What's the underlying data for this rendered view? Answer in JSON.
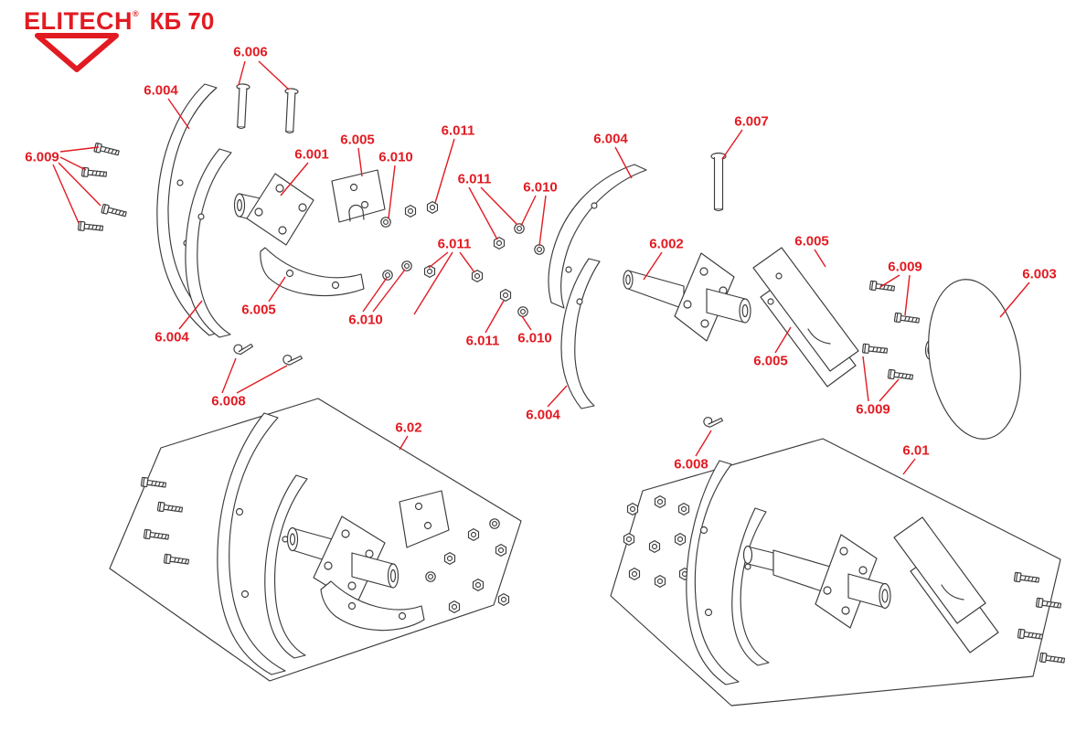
{
  "brand": {
    "logo_text": "ELITECH",
    "registered_mark": "®",
    "model": "КБ 70"
  },
  "colors": {
    "label_red": "#e21b22",
    "line_gray": "#3b3b3b"
  },
  "labels": [
    {
      "text": "6.006"
    },
    {
      "text": "6.004"
    },
    {
      "text": "6.009"
    },
    {
      "text": "6.001"
    },
    {
      "text": "6.005"
    },
    {
      "text": "6.010"
    },
    {
      "text": "6.011"
    },
    {
      "text": "6.011"
    },
    {
      "text": "6.010"
    },
    {
      "text": "6.004"
    },
    {
      "text": "6.007"
    },
    {
      "text": "6.011"
    },
    {
      "text": "6.002"
    },
    {
      "text": "6.005"
    },
    {
      "text": "6.009"
    },
    {
      "text": "6.003"
    },
    {
      "text": "6.005"
    },
    {
      "text": "6.010"
    },
    {
      "text": "6.004"
    },
    {
      "text": "6.011"
    },
    {
      "text": "6.010"
    },
    {
      "text": "6.005"
    },
    {
      "text": "6.008"
    },
    {
      "text": "6.009"
    },
    {
      "text": "6.004"
    },
    {
      "text": "6.02"
    },
    {
      "text": "6.008"
    },
    {
      "text": "6.01"
    }
  ]
}
